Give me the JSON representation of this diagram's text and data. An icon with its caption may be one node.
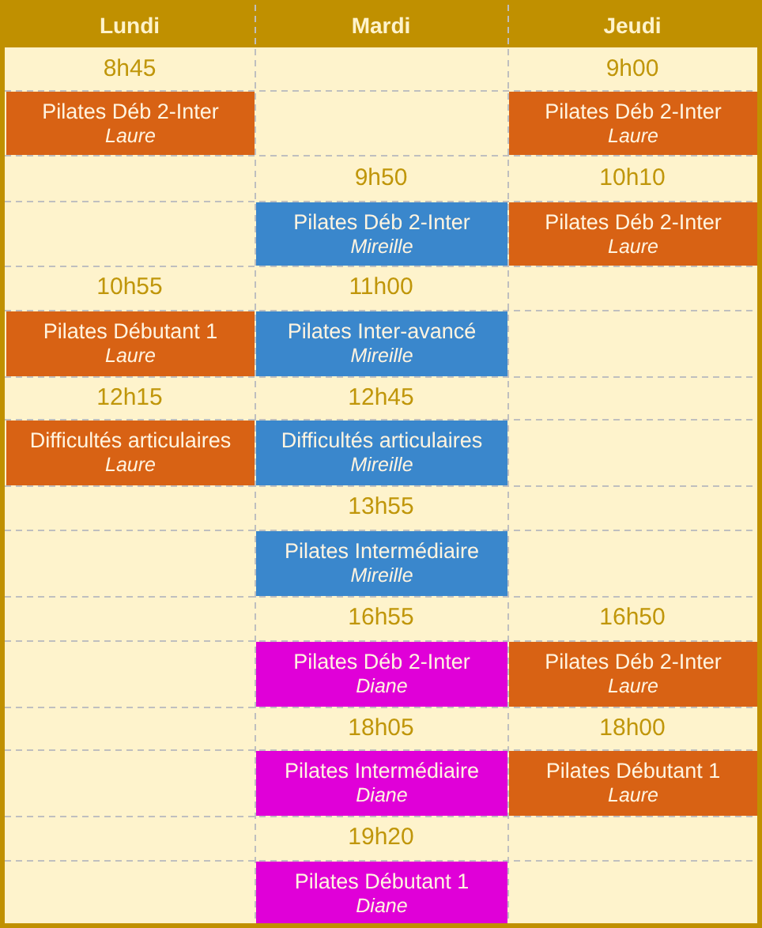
{
  "diagram": {
    "nodes": [
      {
        "text": [
          "Pilates Déb 2-Inter",
          "Laure"
        ]
      },
      {
        "text": [
          "Pilates Déb 2-Inter",
          "Laure"
        ]
      },
      {
        "text": [
          "Pilates Déb 2-Inter",
          "Mireille"
        ]
      },
      {
        "text": [
          "Pilates Déb 2-Inter",
          "Laure"
        ]
      },
      {
        "text": [
          "Pilates Débutant 1",
          "Laure"
        ]
      },
      {
        "text": [
          "Pilates Inter-avancé",
          "Mireille"
        ]
      },
      {
        "text": [
          "Difficultés articulaires",
          "Laure"
        ]
      },
      {
        "text": [
          "Difficultés articulaires",
          "Mireille"
        ]
      },
      {
        "text": [
          "Pilates Intermédiaire",
          "Mireille"
        ]
      },
      {
        "text": [
          "Pilates Déb 2-Inter",
          "Diane"
        ]
      },
      {
        "text": [
          "Pilates Déb 2-Inter",
          "Laure"
        ]
      },
      {
        "text": [
          "Pilates Intermédiaire",
          "Diane"
        ]
      },
      {
        "text": [
          "Pilates Débutant 1",
          "Laure"
        ]
      },
      {
        "text": [
          "Pilates Débutant 1",
          "Diane"
        ]
      }
    ],
    "labels": [
      "Lundi",
      "Mardi",
      "Jeudi",
      "8h45",
      "9h00",
      "9h50",
      "10h10",
      "10h55",
      "11h00",
      "12h15",
      "12h45",
      "13h55",
      "16h55",
      "16h50",
      "18h05",
      "18h00",
      "19h20"
    ]
  }
}
